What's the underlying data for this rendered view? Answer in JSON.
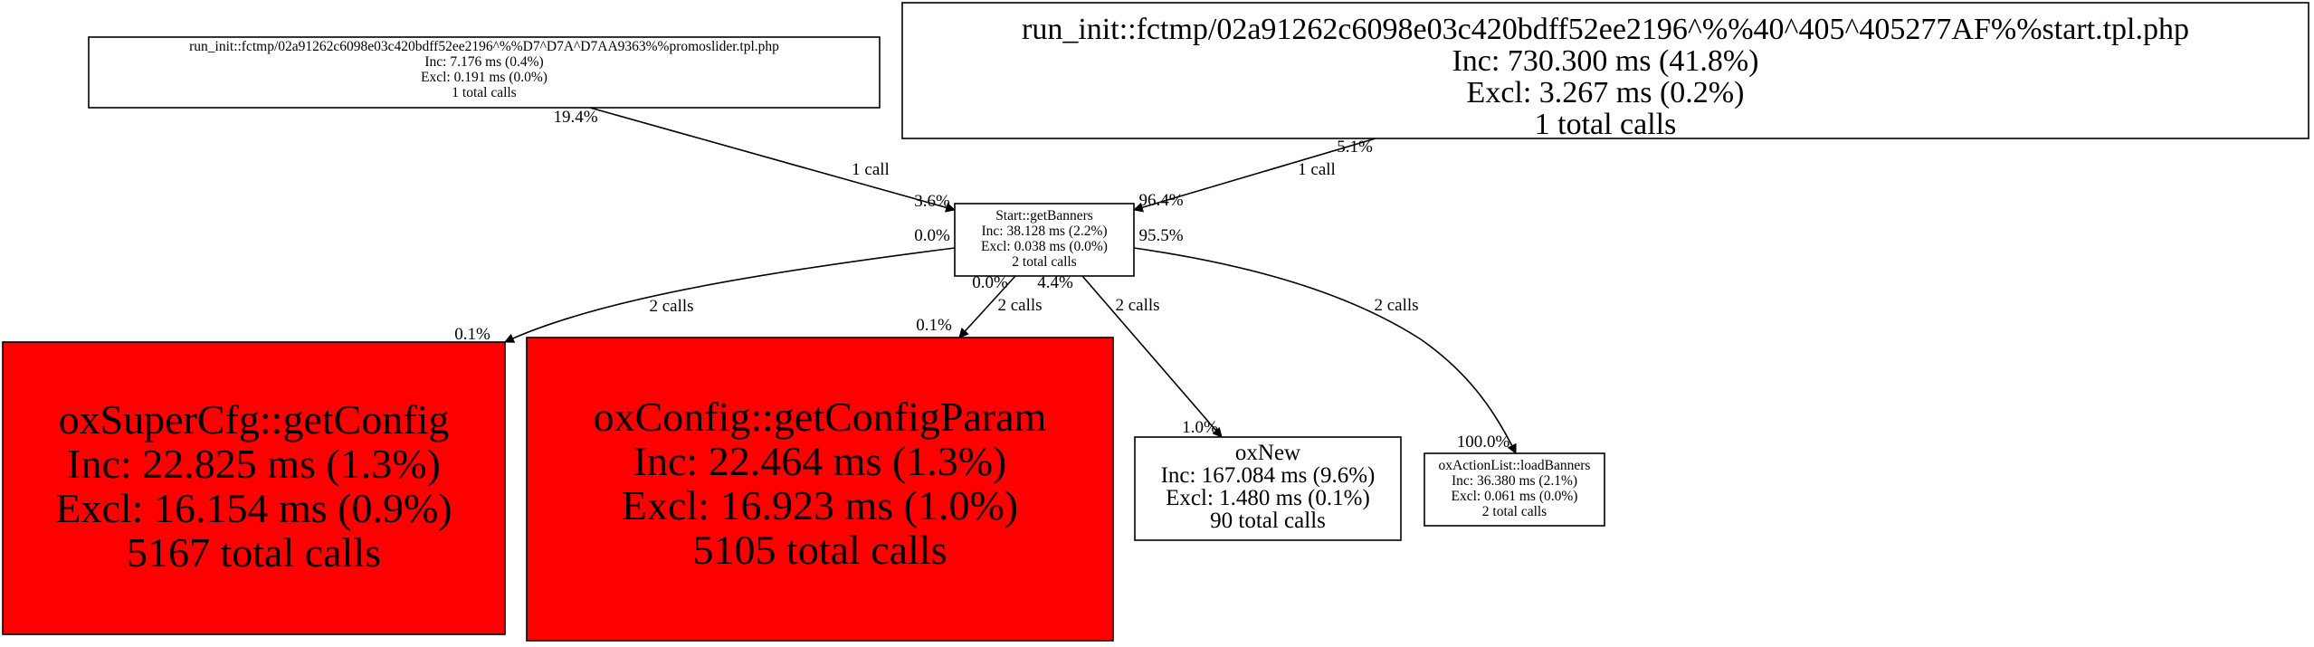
{
  "graph": {
    "nodes": [
      {
        "id": "promoslider",
        "lines": [
          "run_init::fctmp/02a91262c6098e03c420bdff52ee2196^%%D7^D7A^D7AA9363%%promoslider.tpl.php",
          "Inc: 7.176 ms (0.4%)",
          "Excl: 0.191 ms (0.0%)",
          "1 total calls"
        ],
        "fill": "#ffffff"
      },
      {
        "id": "start",
        "lines": [
          "run_init::fctmp/02a91262c6098e03c420bdff52ee2196^%%40^405^405277AF%%start.tpl.php",
          "Inc: 730.300 ms (41.8%)",
          "Excl: 3.267 ms (0.2%)",
          "1 total calls"
        ],
        "fill": "#ffffff"
      },
      {
        "id": "getBanners",
        "lines": [
          "Start::getBanners",
          "Inc: 38.128 ms (2.2%)",
          "Excl: 0.038 ms (0.0%)",
          "2 total calls"
        ],
        "fill": "#ffffff"
      },
      {
        "id": "getConfig",
        "lines": [
          "oxSuperCfg::getConfig",
          "Inc: 22.825 ms (1.3%)",
          "Excl: 16.154 ms (0.9%)",
          "5167 total calls"
        ],
        "fill": "#ff0000"
      },
      {
        "id": "getConfigParam",
        "lines": [
          "oxConfig::getConfigParam",
          "Inc: 22.464 ms (1.3%)",
          "Excl: 16.923 ms (1.0%)",
          "5105 total calls"
        ],
        "fill": "#ff0000"
      },
      {
        "id": "oxNew",
        "lines": [
          "oxNew",
          "Inc: 167.084 ms (9.6%)",
          "Excl: 1.480 ms (0.1%)",
          "90 total calls"
        ],
        "fill": "#ffffff"
      },
      {
        "id": "loadBanners",
        "lines": [
          "oxActionList::loadBanners",
          "Inc: 36.380 ms (2.1%)",
          "Excl: 0.061 ms (0.0%)",
          "2 total calls"
        ],
        "fill": "#ffffff"
      }
    ],
    "edges": [
      {
        "id": "promoslider-getBanners",
        "from": "promoslider",
        "to": "getBanners",
        "tail": "19.4%",
        "label": "1 call",
        "head": "3.6%"
      },
      {
        "id": "start-getBanners",
        "from": "start",
        "to": "getBanners",
        "tail": "5.1%",
        "label": "1 call",
        "head": "96.4%"
      },
      {
        "id": "getBanners-getConfig",
        "from": "getBanners",
        "to": "getConfig",
        "tail": "0.0%",
        "label": "2 calls",
        "head": "0.1%"
      },
      {
        "id": "getBanners-getConfigParam",
        "from": "getBanners",
        "to": "getConfigParam",
        "tail": "0.0%",
        "label": "2 calls",
        "head": "0.1%"
      },
      {
        "id": "getBanners-oxNew",
        "from": "getBanners",
        "to": "oxNew",
        "tail": "4.4%",
        "label": "2 calls",
        "head": "1.0%"
      },
      {
        "id": "getBanners-loadBanners",
        "from": "getBanners",
        "to": "loadBanners",
        "tail": "95.5%",
        "label": "2 calls",
        "head": "100.0%"
      }
    ]
  }
}
